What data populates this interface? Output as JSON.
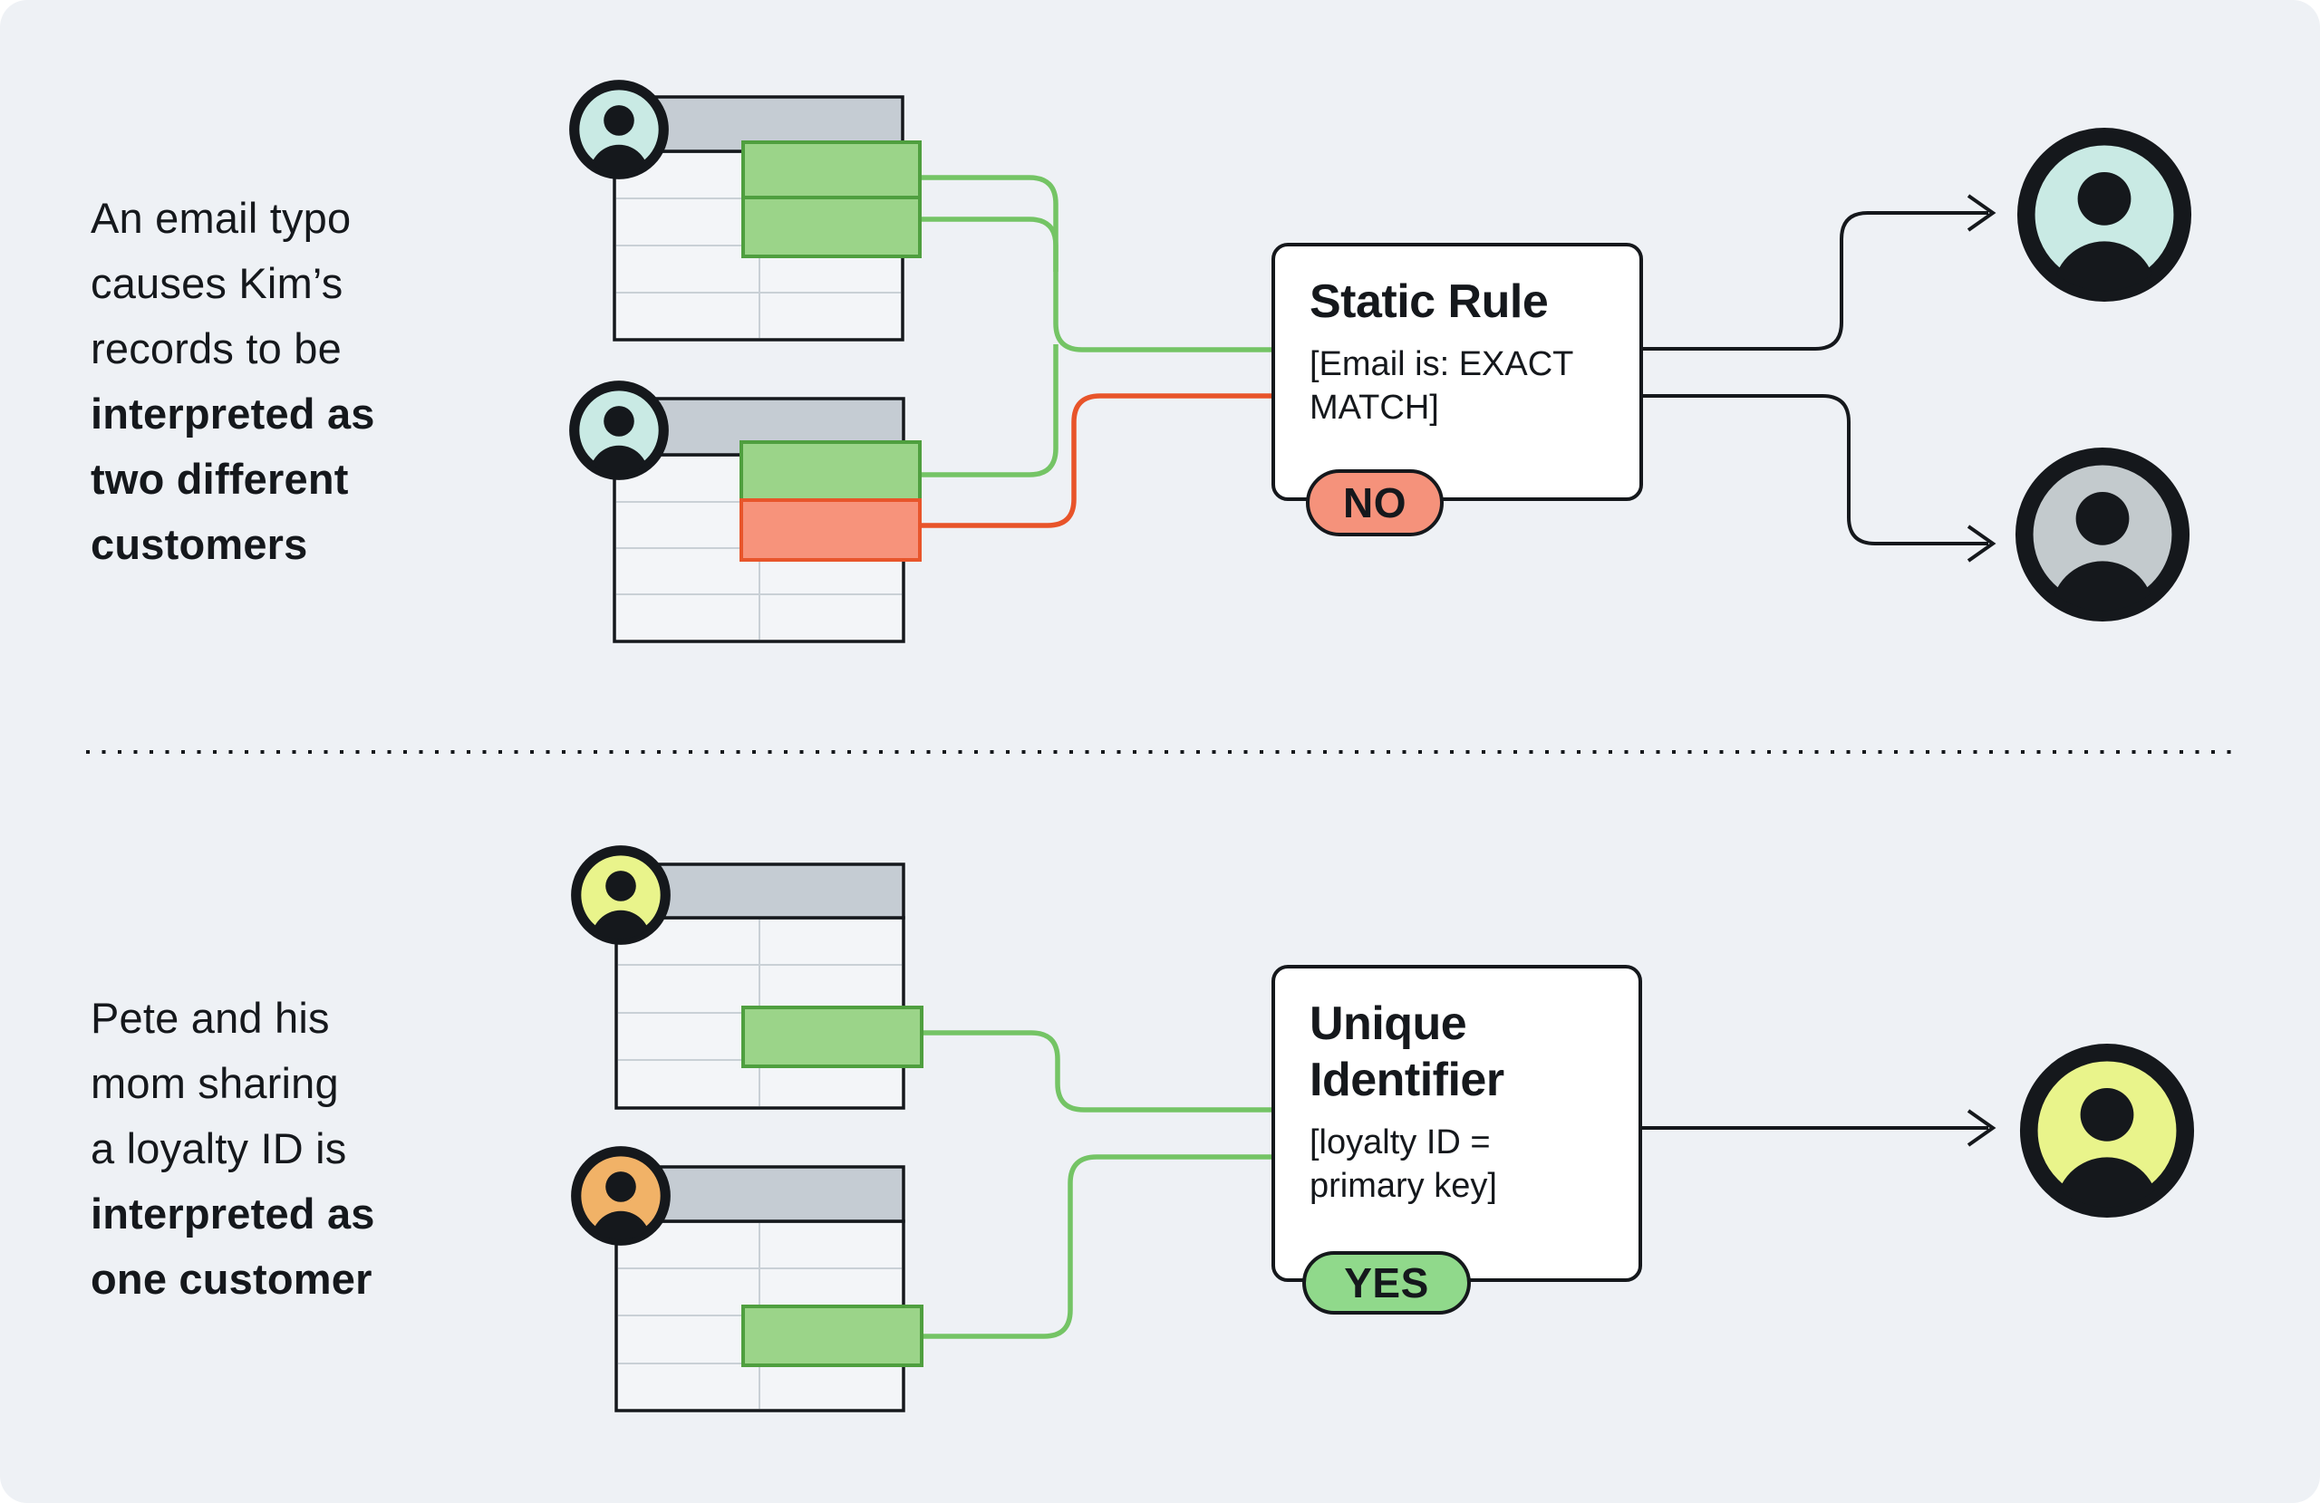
{
  "colors": {
    "panel_bg": "#eef1f5",
    "ink": "#15181c",
    "table_header": "#c5ccd3",
    "table_body": "#f3f5f8",
    "table_grid": "#c9d0d6",
    "cell_green": "#9bd489",
    "cell_green_border": "#4f9f3f",
    "cell_salmon": "#f7937b",
    "cell_salmon_border": "#e8552b",
    "line_green": "#74c465",
    "line_red": "#e8542a",
    "pill_no": "#f5927b",
    "pill_yes": "#90d98b",
    "avatar_cyan": "#c9eae4",
    "avatar_gray": "#c3cacd",
    "avatar_yellow": "#e9f48b",
    "avatar_orange": "#f1b267"
  },
  "top_section": {
    "caption_lines": [
      "An email typo",
      "causes Kim’s",
      "records to be",
      "interpreted as",
      "two different",
      "customers"
    ],
    "rule_box": {
      "title": "Static Rule",
      "condition": "[Email is: EXACT MATCH]",
      "verdict": "NO"
    }
  },
  "bottom_section": {
    "caption_lines": [
      "Pete and his",
      "mom sharing",
      "a loyalty ID is",
      "interpreted as",
      "one customer"
    ],
    "rule_box": {
      "title": "Unique Identifier",
      "condition": "[loyalty ID = primary key]",
      "verdict": "YES"
    }
  }
}
